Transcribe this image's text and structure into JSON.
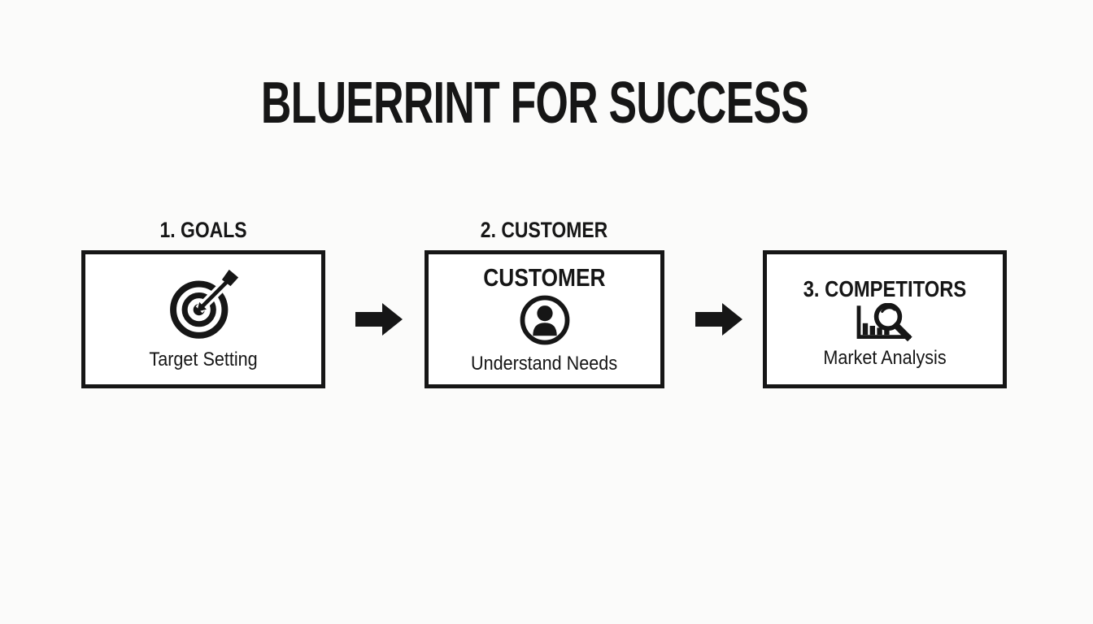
{
  "title": "BLUERRINT FOR SUCCESS",
  "steps": [
    {
      "label": "1. GOALS",
      "heading": "",
      "icon": "target-icon",
      "caption": "Target Setting"
    },
    {
      "label": "2. CUSTOMER",
      "heading": "CUSTOMER",
      "icon": "person-icon",
      "caption": "Understand Needs"
    },
    {
      "label": "",
      "heading": "3. COMPETITORS",
      "icon": "bar-chart-magnifier-icon",
      "caption": "Market Analysis"
    }
  ],
  "arrows": [
    {
      "icon": "right-arrow-icon"
    },
    {
      "icon": "right-arrow-icon"
    }
  ],
  "colors": {
    "ink": "#161616",
    "background": "#fbfbfa",
    "box_background": "#ffffff"
  }
}
